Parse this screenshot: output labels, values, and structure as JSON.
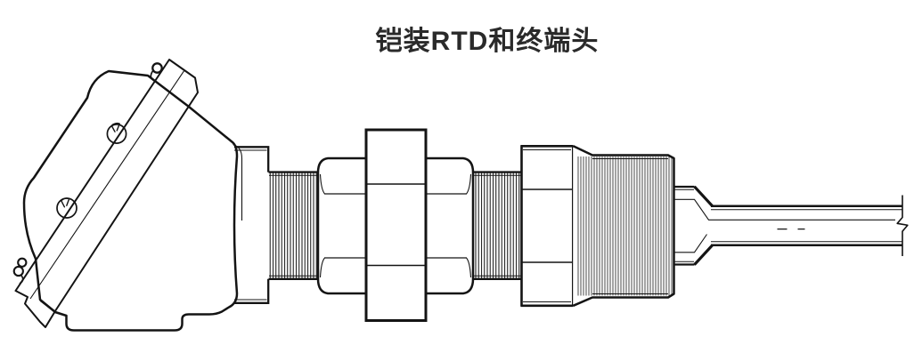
{
  "title": "铠装RTD和终端头",
  "figure": {
    "type": "technical-line-drawing",
    "alt": "铠装RTD和终端头",
    "parts": [
      "terminal-head",
      "cover-bar",
      "cover-screw-upper",
      "cover-screw-lower",
      "wire-clip-upper",
      "wire-clip-lower",
      "neck",
      "threaded-section-left",
      "hex-union-nut",
      "union-center-block",
      "threaded-section-right",
      "collar",
      "knurled-bushing",
      "probe-taper",
      "probe-sheath",
      "centerline-dashes",
      "break-mark"
    ],
    "colors": {
      "background": "#ffffff",
      "line": "#141414",
      "thread_hatch": "#1a1a1a",
      "knurl_hatch": "#3f3f3f",
      "title_text": "#2a2a2a"
    }
  }
}
